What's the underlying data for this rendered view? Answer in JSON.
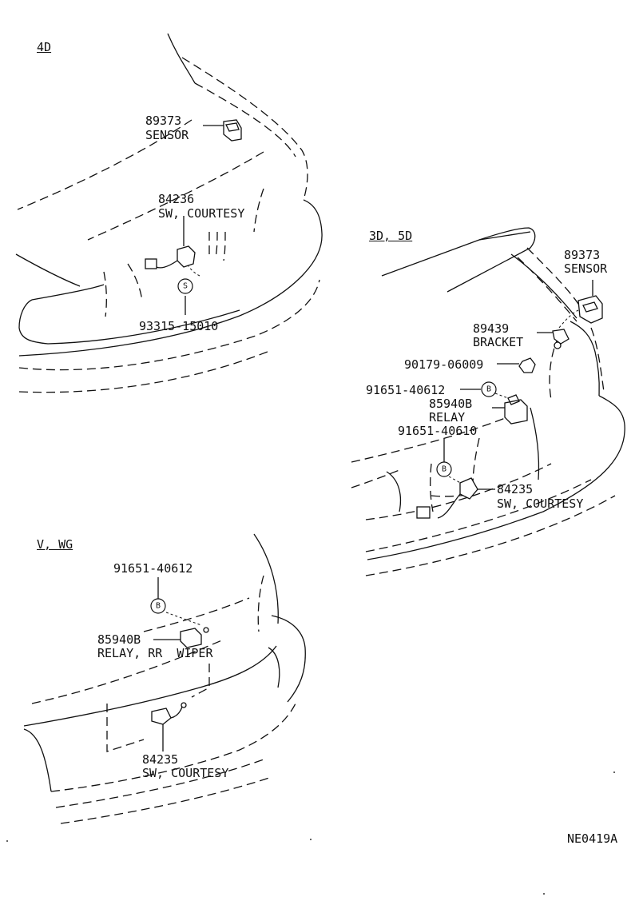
{
  "sections": {
    "s4d": "4D",
    "s3d5d": "3D, 5D",
    "svwg": "V, WG"
  },
  "labels": {
    "s4d_sensor_no": "89373",
    "s4d_sensor": "SENSOR",
    "s4d_sw_no": "84236",
    "s4d_sw": "SW, COURTESY",
    "s4d_screw": "93315-15010",
    "s3d_sensor_no": "89373",
    "s3d_sensor": "SENSOR",
    "s3d_bracket_no": "89439",
    "s3d_bracket": "BRACKET",
    "s3d_nut": "90179-06009",
    "s3d_bolt1": "91651-40612",
    "s3d_relay_no": "85940B",
    "s3d_relay": "RELAY",
    "s3d_bolt2": "91651-40610",
    "s3d_sw_no": "84235",
    "s3d_sw": "SW, COURTESY",
    "vwg_bolt": "91651-40612",
    "vwg_relay_no": "85940B",
    "vwg_relay": "RELAY, RR  WIPER",
    "vwg_sw_no": "84235",
    "vwg_sw": "SW, COURTESY",
    "figure_code": "NE0419A"
  },
  "bubbles": {
    "s_mark": "S",
    "b_mark": "B"
  }
}
